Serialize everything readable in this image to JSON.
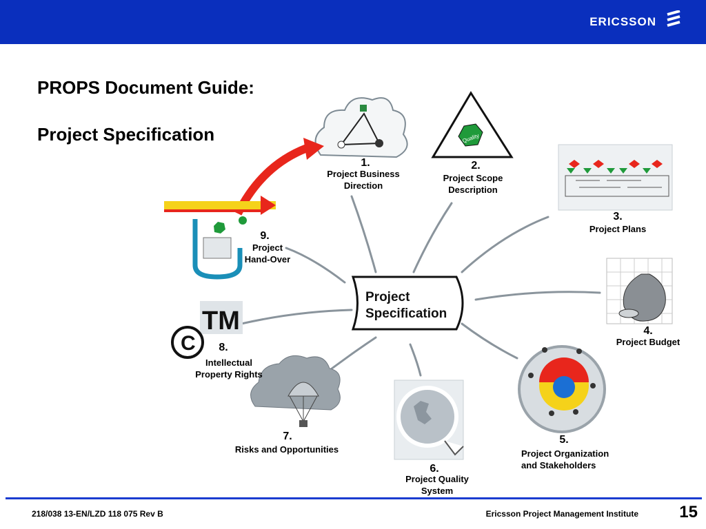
{
  "header": {
    "brand": "ERICSSON"
  },
  "title": {
    "line1": "PROPS Document Guide:",
    "line2": "Project Specification"
  },
  "center": {
    "label_line1": "Project",
    "label_line2": "Specification"
  },
  "items": [
    {
      "number": "1.",
      "label_line1": "Project Business",
      "label_line2": "Direction"
    },
    {
      "number": "2.",
      "label_line1": "Project Scope",
      "label_line2": "Description"
    },
    {
      "number": "3.",
      "label_line1": "Project Plans",
      "label_line2": ""
    },
    {
      "number": "4.",
      "label_line1": "Project Budget",
      "label_line2": ""
    },
    {
      "number": "5.",
      "label_line1": "Project Organization",
      "label_line2": "and Stakeholders"
    },
    {
      "number": "6.",
      "label_line1": "Project Quality",
      "label_line2": "System"
    },
    {
      "number": "7.",
      "label_line1": "Risks and Opportunities",
      "label_line2": ""
    },
    {
      "number": "8.",
      "label_line1": "Intellectual",
      "label_line2": "Property Rights"
    },
    {
      "number": "9.",
      "label_line1": "Project",
      "label_line2": "Hand-Over"
    }
  ],
  "icons": {
    "quality_text": "Quality",
    "tm_text": "TM",
    "c_text": "C"
  },
  "footer": {
    "doc_id": "218/038 13-EN/LZD 118 075 Rev B",
    "institute": "Ericsson Project Management Institute",
    "page": "15"
  },
  "colors": {
    "header_blue": "#0a2fbd",
    "arrow_red": "#e8261c",
    "arrow_yellow": "#f5d21a",
    "green": "#1f9a3a"
  }
}
